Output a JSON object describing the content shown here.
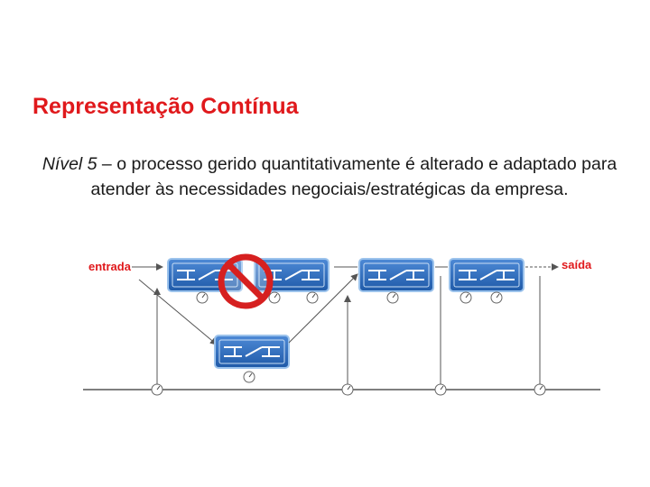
{
  "slide": {
    "title": "Representação Contínua",
    "body_lead": "Nível 5",
    "body_rest": " – o processo gerido quantitativamente é alterado e adaptado para atender às necessidades negociais/estratégicas da empresa."
  },
  "diagram": {
    "input_label": "entrada",
    "output_label": "saída",
    "colors": {
      "labels": "#e0191c",
      "process_box": "#2f6fc1",
      "prohibited_sign": "#d62020"
    },
    "icons": [
      "process-block-icon",
      "prohibited-sign-icon",
      "gauge-icon"
    ]
  }
}
